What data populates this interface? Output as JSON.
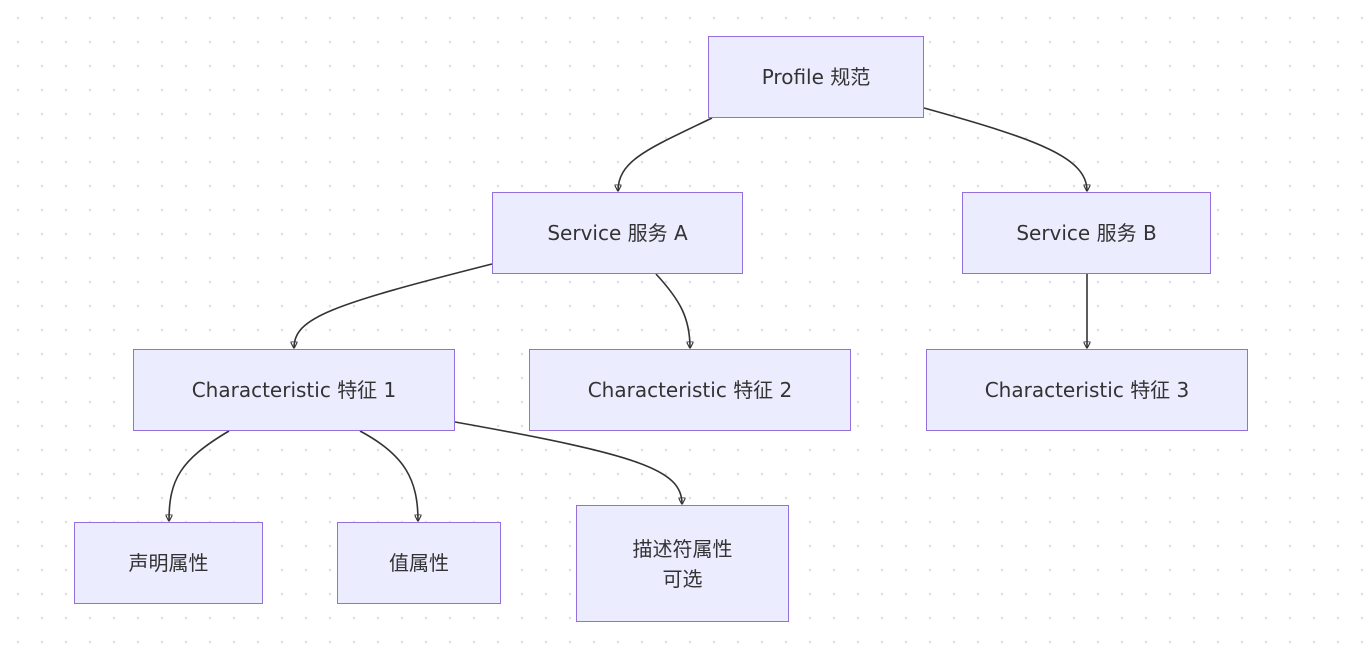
{
  "nodes": {
    "profile": "Profile 规范",
    "service_a": "Service 服务 A",
    "service_b": "Service 服务 B",
    "characteristic_1": "Characteristic 特征 1",
    "characteristic_2": "Characteristic 特征 2",
    "characteristic_3": "Characteristic 特征 3",
    "declaration_attribute": "声明属性",
    "value_attribute": "值属性",
    "descriptor_attribute": "描述符属性\n可选"
  },
  "edges": [
    {
      "from": "profile",
      "to": "service_a"
    },
    {
      "from": "profile",
      "to": "service_b"
    },
    {
      "from": "service_a",
      "to": "characteristic_1"
    },
    {
      "from": "service_a",
      "to": "characteristic_2"
    },
    {
      "from": "service_b",
      "to": "characteristic_3"
    },
    {
      "from": "characteristic_1",
      "to": "declaration_attribute"
    },
    {
      "from": "characteristic_1",
      "to": "value_attribute"
    },
    {
      "from": "characteristic_1",
      "to": "descriptor_attribute"
    }
  ],
  "colors": {
    "node_fill": "#ececff",
    "node_border": "#9370db",
    "edge": "#333333",
    "text": "#333333"
  }
}
